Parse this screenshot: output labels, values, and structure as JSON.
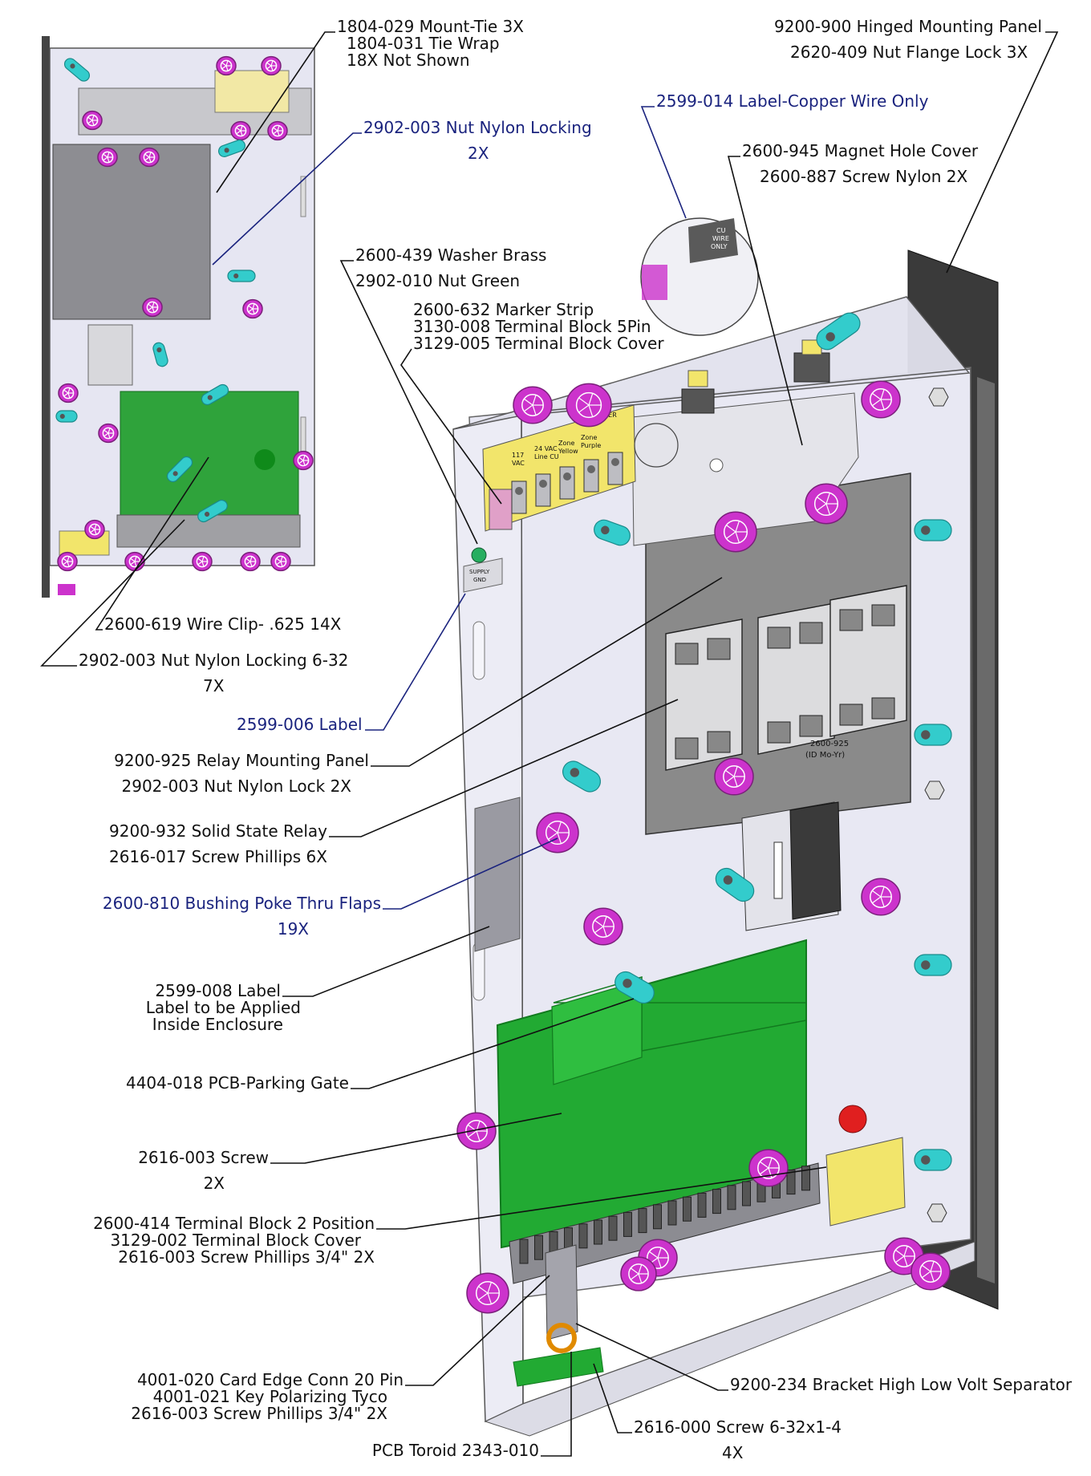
{
  "colors": {
    "bushing": "#cc33cc",
    "bushing_dark": "#7a1f7a",
    "pcb": "#22aa33",
    "pcb_dark": "#127a1f",
    "clip": "#33cccc",
    "enclosure": "#e9e9f3",
    "panel": "#8a8a8a",
    "hinge_panel": "#3a3a3a",
    "terminal": "#f2e56b",
    "label_blue": "#1a237e"
  },
  "callouts": [
    {
      "lines": [
        "1804-029 Mount-Tie    3X",
        "1804-031 Tie Wrap",
        "18X     Not Shown"
      ]
    },
    {
      "lines": [
        "9200-900 Hinged Mounting Panel",
        "2620-409 Nut Flange Lock  3X"
      ]
    },
    {
      "lines": [
        "2599-014 Label-Copper Wire Only"
      ],
      "blue": true
    },
    {
      "lines": [
        "2902-003 Nut Nylon Locking",
        "2X"
      ],
      "blue": true
    },
    {
      "lines": [
        "2600-945 Magnet Hole Cover",
        "2600-887 Screw Nylon  2X"
      ]
    },
    {
      "lines": [
        "2600-439 Washer Brass",
        "2902-010 Nut Green"
      ]
    },
    {
      "lines": [
        "2600-632 Marker Strip",
        "3130-008 Terminal Block 5Pin",
        "3129-005 Terminal Block Cover"
      ]
    },
    {
      "lines": [
        "2600-619 Wire Clip- .625     14X"
      ]
    },
    {
      "lines": [
        "2902-003 Nut Nylon Locking 6-32",
        "7X"
      ]
    },
    {
      "lines": [
        "2599-006 Label"
      ],
      "blue": true
    },
    {
      "lines": [
        "9200-925 Relay Mounting Panel",
        "2902-003 Nut Nylon Lock  2X"
      ]
    },
    {
      "lines": [
        "9200-932 Solid State Relay",
        "2616-017 Screw Phillips  6X"
      ]
    },
    {
      "lines": [
        "2600-810 Bushing Poke Thru Flaps",
        "19X"
      ],
      "blue": true
    },
    {
      "lines": [
        "2599-008 Label",
        "Label to be Applied",
        "Inside Enclosure"
      ]
    },
    {
      "lines": [
        "4404-018 PCB-Parking Gate"
      ]
    },
    {
      "lines": [
        "2616-003 Screw",
        "2X"
      ]
    },
    {
      "lines": [
        "2600-414 Terminal Block 2 Position",
        "3129-002 Terminal Block Cover",
        "2616-003 Screw Phillips 3/4\"  2X"
      ]
    },
    {
      "lines": [
        "4001-020 Card Edge Conn 20 Pin",
        "4001-021 Key Polarizing Tyco",
        "2616-003 Screw Phillips 3/4\"  2X"
      ]
    },
    {
      "lines": [
        "9200-234 Bracket High Low Volt Separator"
      ]
    },
    {
      "lines": [
        "2616-000 Screw 6-32x1-4",
        "4X"
      ]
    },
    {
      "lines": [
        "PCB Toroid 2343-010"
      ]
    }
  ],
  "part_markings": {
    "relay_panel": [
      "2600-925",
      "(ID Mo-Yr)"
    ],
    "copper_label": [
      "CU",
      "WIRE",
      "ONLY"
    ],
    "supply_label": [
      "SUPPLY",
      "GND"
    ],
    "marker_strip": [
      "117",
      "VAC",
      "24 VAC",
      "Line CU",
      "Zone",
      "Yellow",
      "Zone",
      "Purple"
    ],
    "top_label": [
      "MARKER"
    ]
  }
}
